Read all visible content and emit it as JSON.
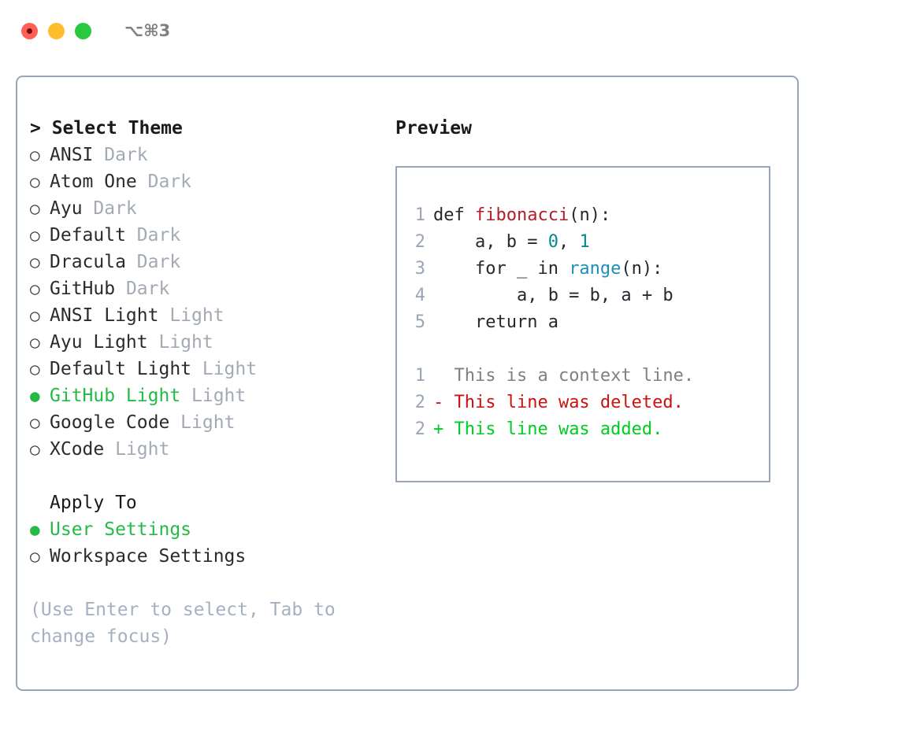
{
  "titlebar": {
    "shortcut": "⌥⌘3",
    "lights": [
      {
        "name": "close",
        "color": "#ff5f56"
      },
      {
        "name": "minimize",
        "color": "#ffbd2e"
      },
      {
        "name": "zoom",
        "color": "#28c840"
      }
    ]
  },
  "colors": {
    "selected_green": "#23bb45",
    "muted_grey": "#a3aab4",
    "hint_grey": "#a6b0c0",
    "border": "#9aa5b5",
    "line_number": "#9aa5b5",
    "diff_add": "#00cc22",
    "diff_del": "#cc1111",
    "diff_ctx": "#808080",
    "token_function": "#b31d28",
    "token_number": "#008b8b",
    "token_call": "#1b8fb8"
  },
  "theme_list": {
    "heading": "Select Theme",
    "caret": "> ",
    "marker_unselected": "○",
    "marker_selected": "●",
    "items": [
      {
        "label": "ANSI",
        "suffix": "Dark",
        "selected": false
      },
      {
        "label": "Atom One",
        "suffix": "Dark",
        "selected": false
      },
      {
        "label": "Ayu",
        "suffix": "Dark",
        "selected": false
      },
      {
        "label": "Default",
        "suffix": "Dark",
        "selected": false
      },
      {
        "label": "Dracula",
        "suffix": "Dark",
        "selected": false
      },
      {
        "label": "GitHub",
        "suffix": "Dark",
        "selected": false
      },
      {
        "label": "ANSI Light",
        "suffix": "Light",
        "selected": false
      },
      {
        "label": "Ayu Light",
        "suffix": "Light",
        "selected": false
      },
      {
        "label": "Default Light",
        "suffix": "Light",
        "selected": false
      },
      {
        "label": "GitHub Light",
        "suffix": "Light",
        "selected": true
      },
      {
        "label": "Google Code",
        "suffix": "Light",
        "selected": false
      },
      {
        "label": "XCode",
        "suffix": "Light",
        "selected": false
      }
    ]
  },
  "apply_to": {
    "heading": "Apply To",
    "items": [
      {
        "label": "User Settings",
        "selected": true
      },
      {
        "label": "Workspace Settings",
        "selected": false
      }
    ]
  },
  "hint": "(Use Enter to select, Tab to change focus)",
  "preview": {
    "title": "Preview",
    "code_lines": [
      {
        "number": "1",
        "tokens": [
          {
            "text": "def ",
            "type": "plain"
          },
          {
            "text": "fibonacci",
            "type": "function"
          },
          {
            "text": "(n):",
            "type": "plain"
          }
        ]
      },
      {
        "number": "2",
        "tokens": [
          {
            "text": "    a, b = ",
            "type": "plain"
          },
          {
            "text": "0",
            "type": "number"
          },
          {
            "text": ", ",
            "type": "plain"
          },
          {
            "text": "1",
            "type": "number"
          }
        ]
      },
      {
        "number": "3",
        "tokens": [
          {
            "text": "    for _ in ",
            "type": "plain"
          },
          {
            "text": "range",
            "type": "call"
          },
          {
            "text": "(n):",
            "type": "plain"
          }
        ]
      },
      {
        "number": "4",
        "tokens": [
          {
            "text": "        a, b = b, a + b",
            "type": "plain"
          }
        ]
      },
      {
        "number": "5",
        "tokens": [
          {
            "text": "    return a",
            "type": "plain"
          }
        ]
      }
    ],
    "diff_lines": [
      {
        "number": "1",
        "marker": " ",
        "text": " This is a context line.",
        "type": "context"
      },
      {
        "number": "2",
        "marker": "-",
        "text": " This line was deleted.",
        "type": "deleted"
      },
      {
        "number": "2",
        "marker": "+",
        "text": " This line was added.",
        "type": "added"
      }
    ]
  }
}
